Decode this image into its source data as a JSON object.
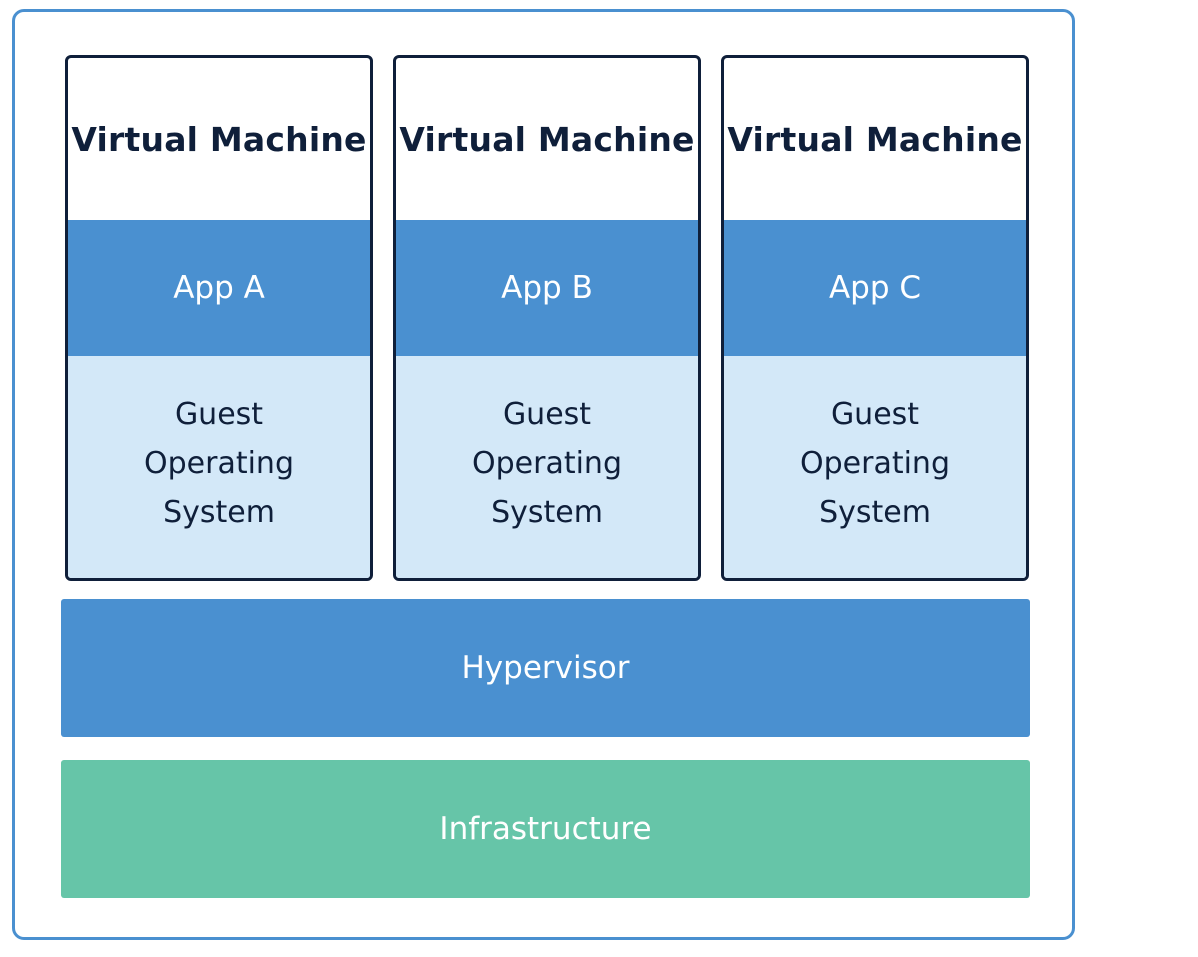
{
  "virtual_machines": [
    {
      "title": "Virtual Machine",
      "app": "App A",
      "guest_os": "Guest\nOperating\nSystem"
    },
    {
      "title": "Virtual Machine",
      "app": "App B",
      "guest_os": "Guest\nOperating\nSystem"
    },
    {
      "title": "Virtual Machine",
      "app": "App C",
      "guest_os": "Guest\nOperating\nSystem"
    }
  ],
  "hypervisor": {
    "label": "Hypervisor"
  },
  "infrastructure": {
    "label": "Infrastructure"
  },
  "colors": {
    "frame_border": "#4a90d0",
    "vm_border": "#0f1f3a",
    "app_fill": "#4a90d0",
    "guest_os_fill": "#d3e8f8",
    "hypervisor_fill": "#4a90d0",
    "infrastructure_fill": "#66c5a8"
  }
}
